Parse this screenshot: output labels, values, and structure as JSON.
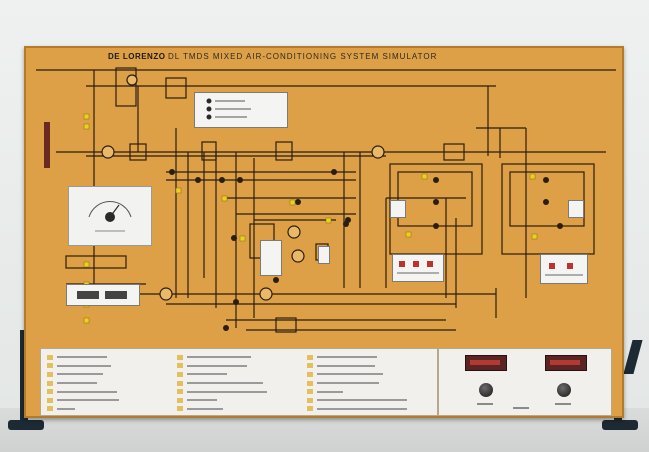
{
  "panel": {
    "brand": "DE LORENZO",
    "title": "DL TMDS   MIXED AIR-CONDITIONING SYSTEM SIMULATOR",
    "color": "#dda047"
  },
  "colors": {
    "wire": "#2b1d10",
    "led": "#e8d21f",
    "display": "#b13a33"
  },
  "legend": {
    "columns": 3,
    "rows_per_column": 7
  },
  "controls": {
    "displays": 2,
    "knobs": 2
  }
}
